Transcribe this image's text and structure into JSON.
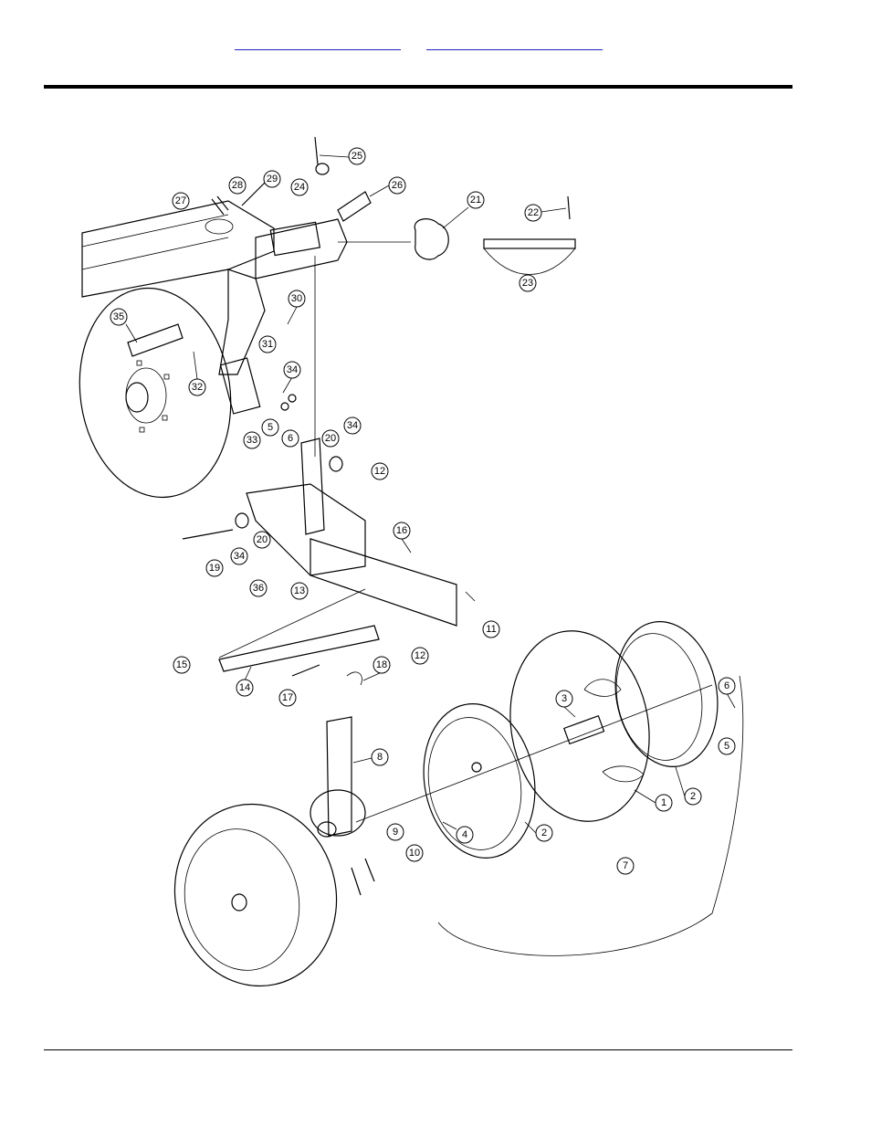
{
  "header": {
    "links": [
      {
        "label": ""
      },
      {
        "label": ""
      }
    ]
  },
  "callouts": [
    {
      "label": "25"
    },
    {
      "label": "24"
    },
    {
      "label": "26"
    },
    {
      "label": "29"
    },
    {
      "label": "28"
    },
    {
      "label": "27"
    },
    {
      "label": "21"
    },
    {
      "label": "22"
    },
    {
      "label": "23"
    },
    {
      "label": "30"
    },
    {
      "label": "35"
    },
    {
      "label": "31"
    },
    {
      "label": "32"
    },
    {
      "label": "34"
    },
    {
      "label": "5"
    },
    {
      "label": "6"
    },
    {
      "label": "33"
    },
    {
      "label": "20"
    },
    {
      "label": "34"
    },
    {
      "label": "12"
    },
    {
      "label": "16"
    },
    {
      "label": "20"
    },
    {
      "label": "34"
    },
    {
      "label": "19"
    },
    {
      "label": "36"
    },
    {
      "label": "13"
    },
    {
      "label": "11"
    },
    {
      "label": "12"
    },
    {
      "label": "15"
    },
    {
      "label": "14"
    },
    {
      "label": "17"
    },
    {
      "label": "18"
    },
    {
      "label": "6"
    },
    {
      "label": "3"
    },
    {
      "label": "5"
    },
    {
      "label": "8"
    },
    {
      "label": "1"
    },
    {
      "label": "2"
    },
    {
      "label": "9"
    },
    {
      "label": "10"
    },
    {
      "label": "4"
    },
    {
      "label": "2"
    },
    {
      "label": "7"
    }
  ]
}
